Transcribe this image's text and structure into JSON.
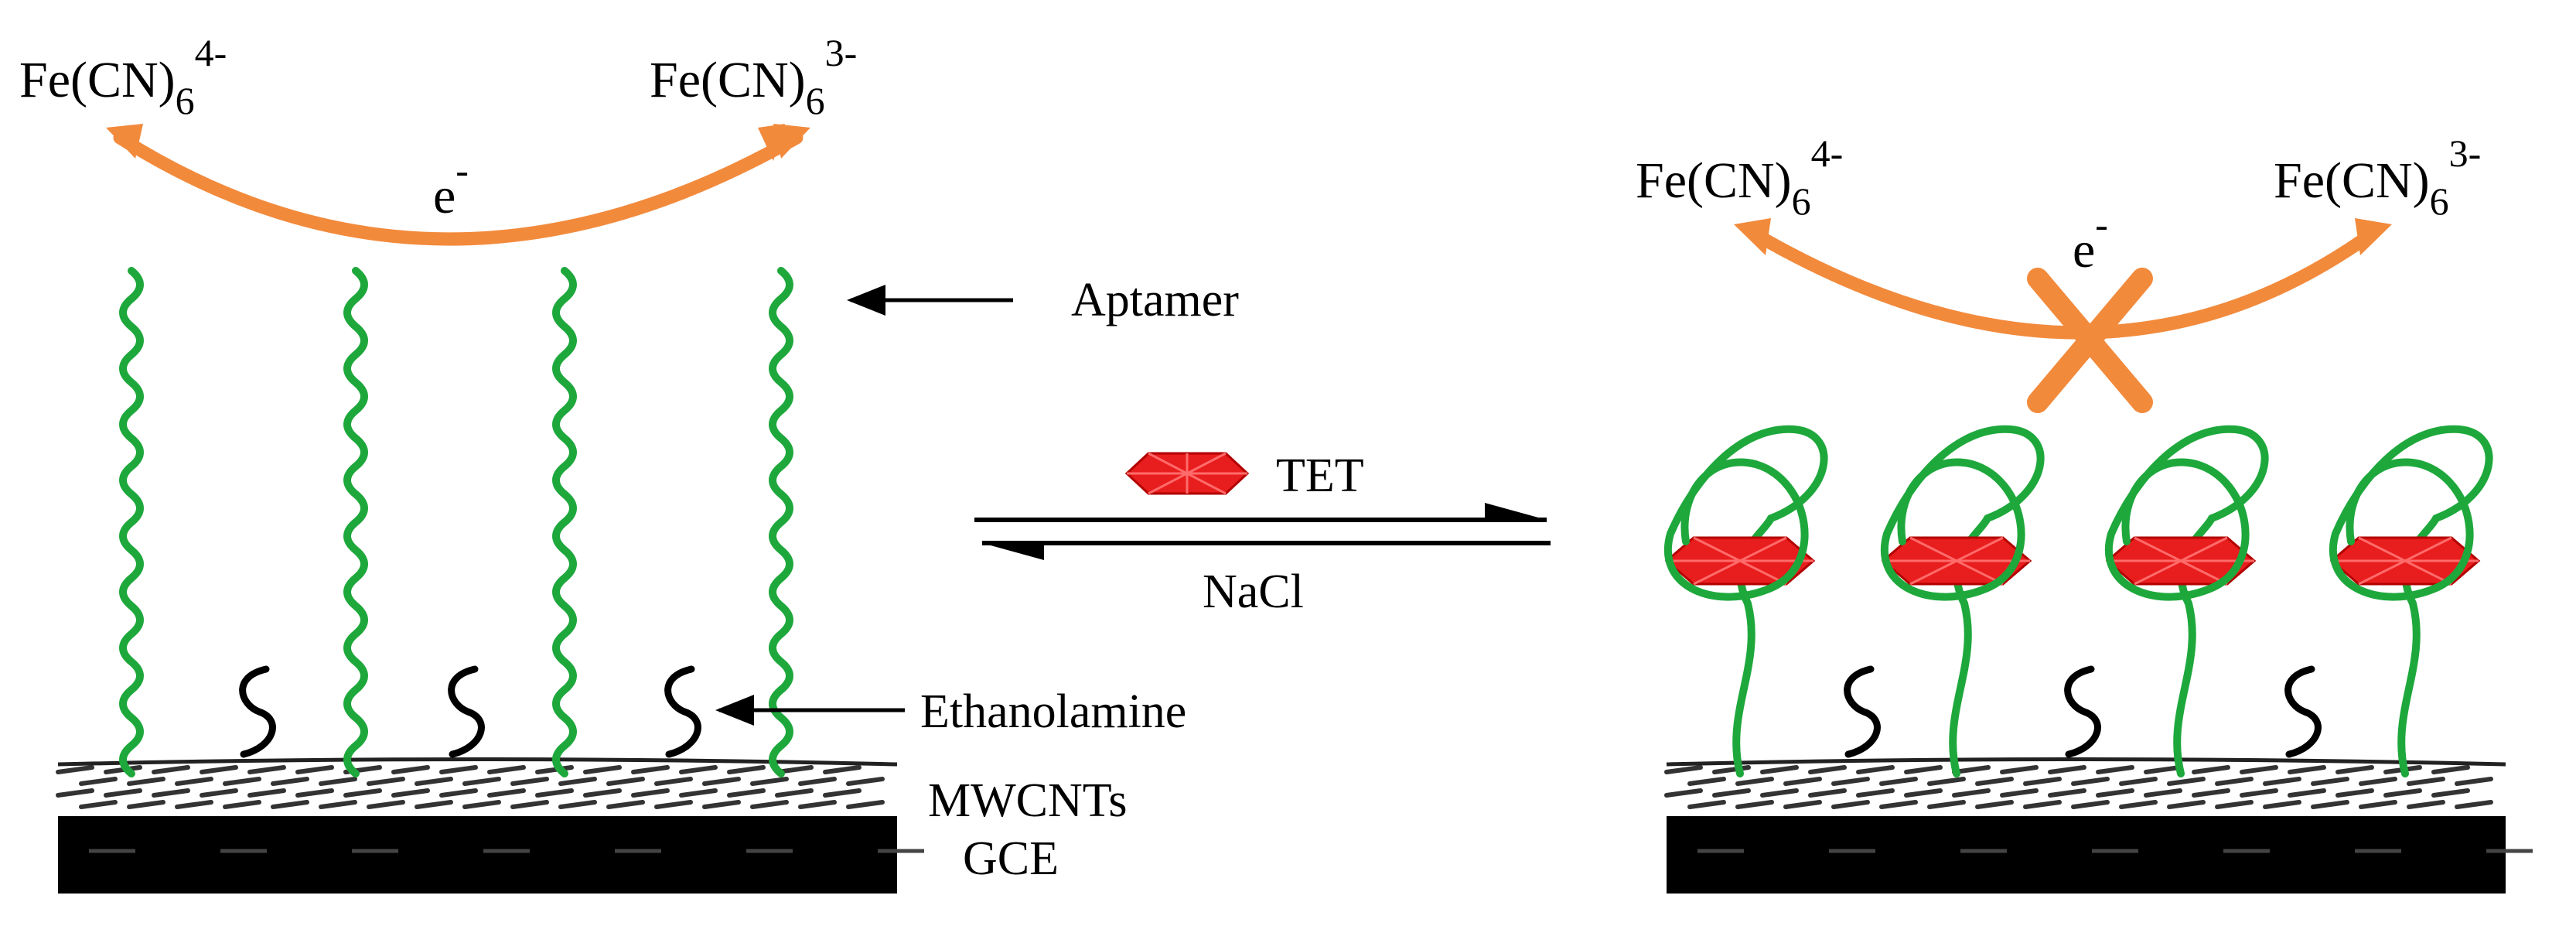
{
  "left_panel": {
    "reactant": {
      "base": "Fe(CN)",
      "sub": "6",
      "sup": "4-"
    },
    "product": {
      "base": "Fe(CN)",
      "sub": "6",
      "sup": "3-"
    },
    "electron": {
      "base": "e",
      "sup": "-"
    }
  },
  "right_panel": {
    "reactant": {
      "base": "Fe(CN)",
      "sub": "6",
      "sup": "4-"
    },
    "product": {
      "base": "Fe(CN)",
      "sub": "6",
      "sup": "3-"
    },
    "electron": {
      "base": "e",
      "sup": "-"
    }
  },
  "labels": {
    "aptamer": "Aptamer",
    "ethanolamine": "Ethanolamine",
    "mwcnts": "MWCNTs",
    "gce": "GCE",
    "forward": "TET",
    "reverse": "NaCl"
  },
  "colors": {
    "aptamer": "#1ea83c",
    "electron_arrow": "#f28a3c",
    "target": "#e81d1d",
    "ethanolamine": "#000000",
    "electrode": "#000000"
  }
}
